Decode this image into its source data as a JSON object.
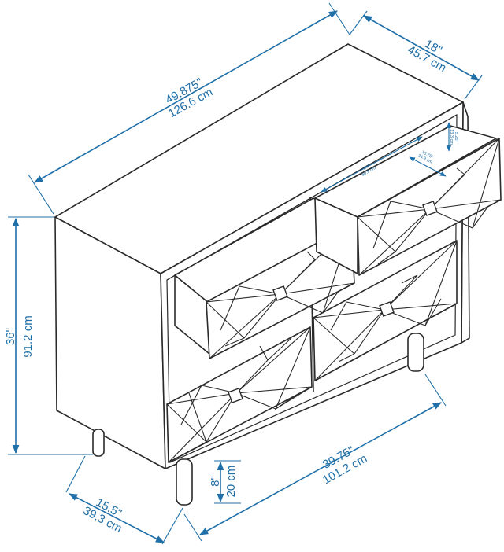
{
  "dimensions": {
    "width": {
      "in": "49.875\"",
      "cm": "126.6 cm"
    },
    "depth": {
      "in": "18\"",
      "cm": "45.7 cm"
    },
    "height": {
      "in": "36\"",
      "cm": "91.2 cm"
    },
    "leg_span": {
      "in": "39.75\"",
      "cm": "101.2 cm"
    },
    "side_depth": {
      "in": "15.5\"",
      "cm": "39.3 cm"
    },
    "leg_height": {
      "in": "8\"",
      "cm": "20 cm"
    },
    "drawer_depth": {
      "in": "13.75\"",
      "cm": "34.9 cm"
    },
    "drawer_width": {
      "in": "24\"",
      "cm": "60.9 cm"
    },
    "drawer_height": {
      "in": "5.25\"",
      "cm": "13.3 cm"
    }
  },
  "colors": {
    "dimension": "#1f6fa8",
    "outline": "#2a2a2a",
    "background": "#ffffff"
  }
}
